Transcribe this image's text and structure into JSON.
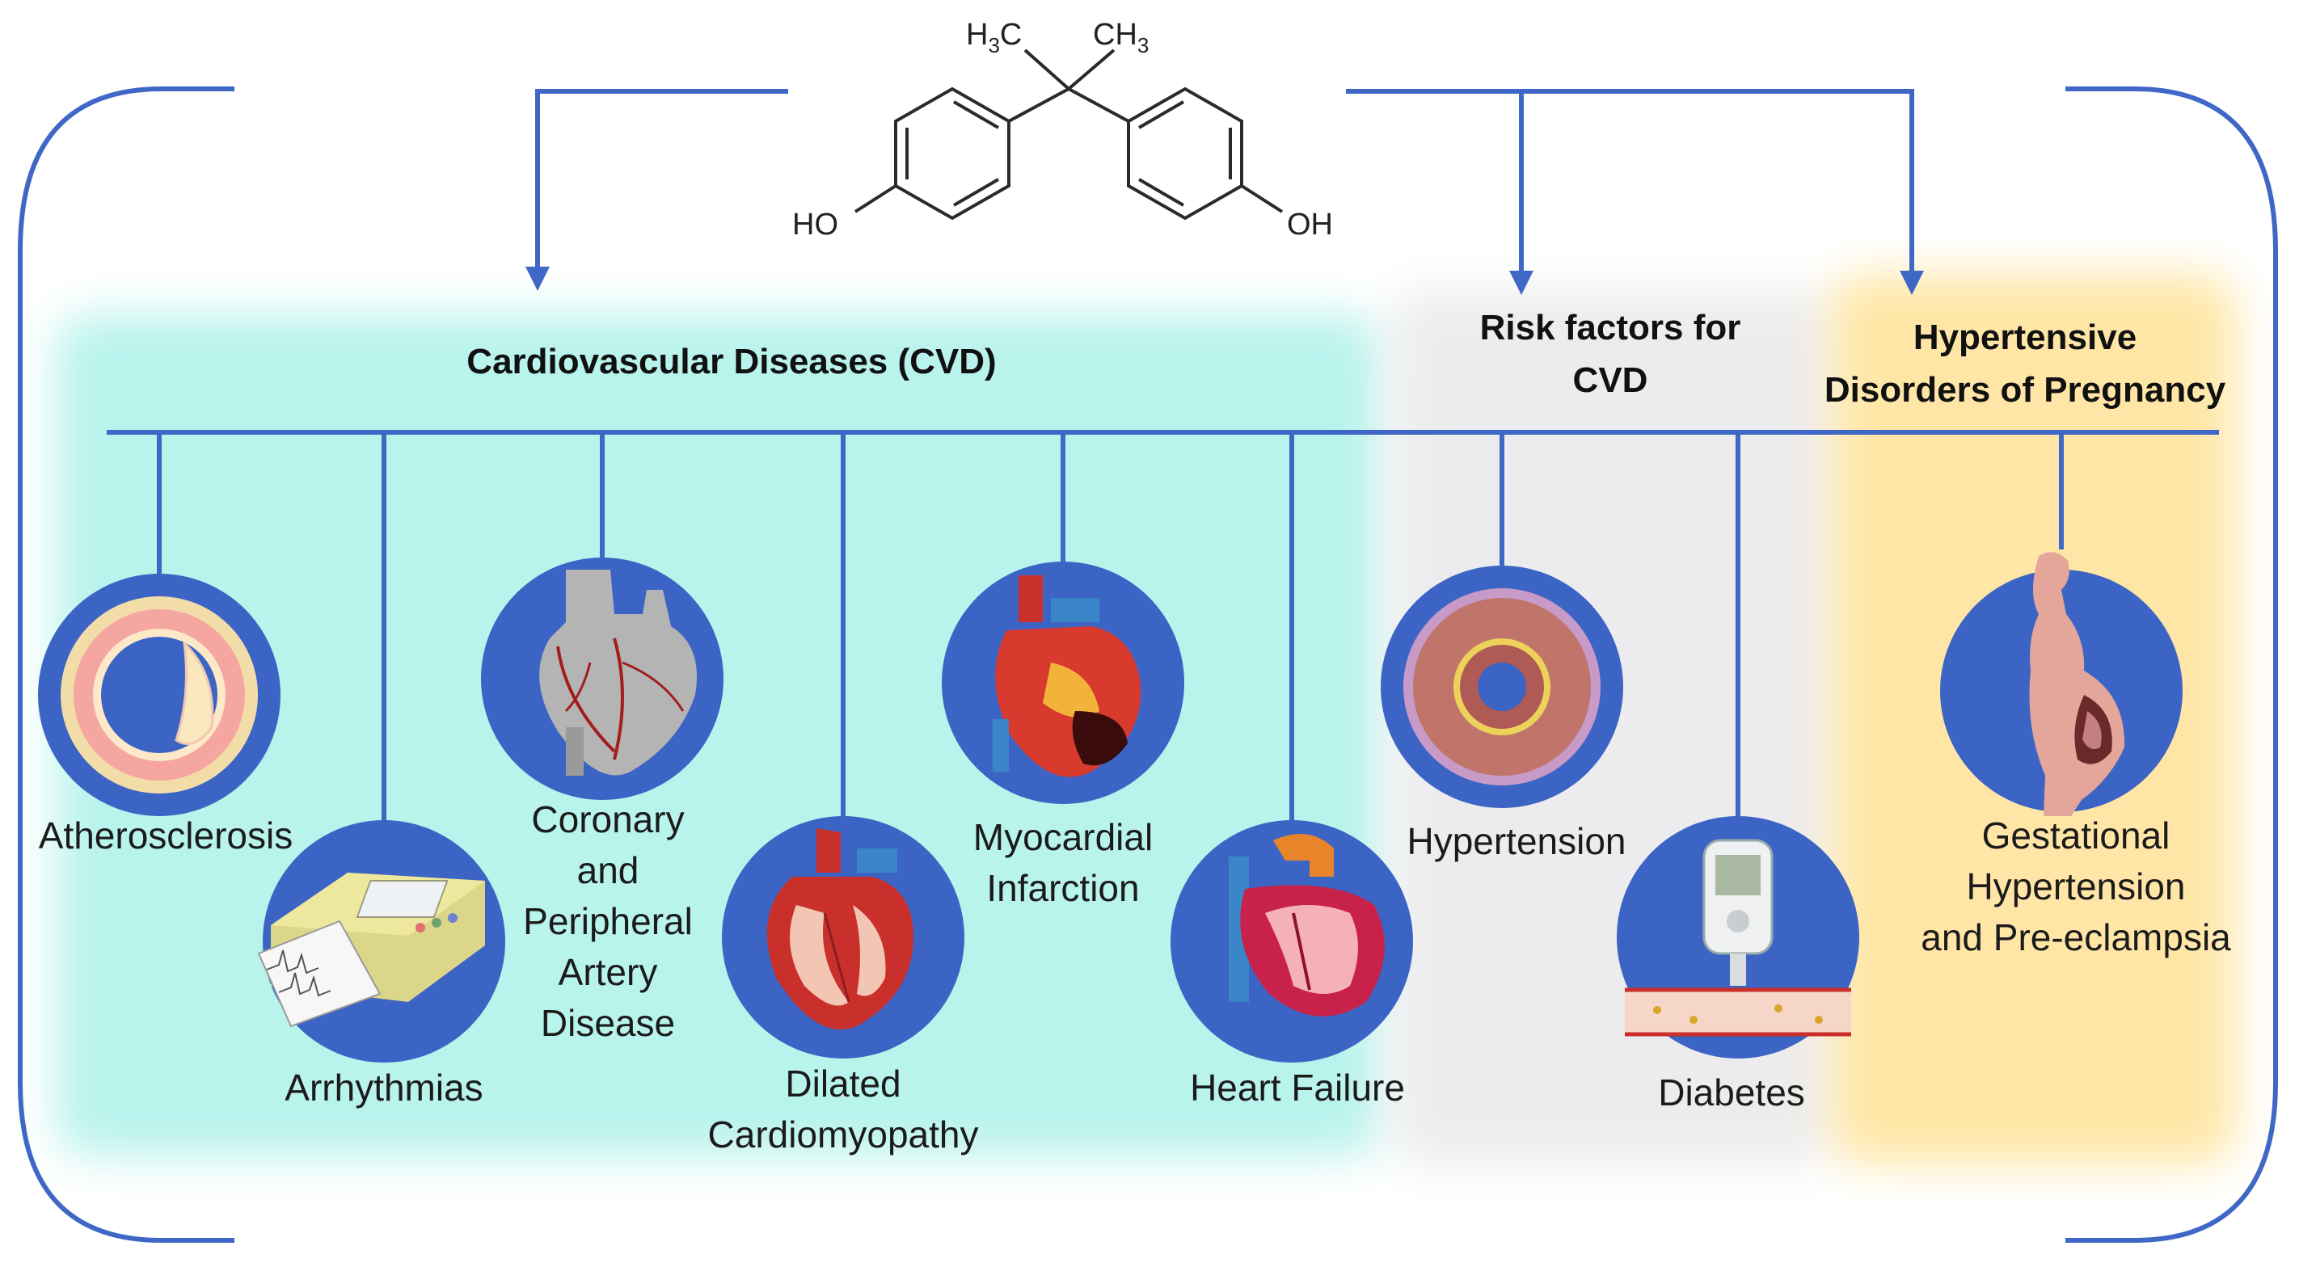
{
  "molecule": {
    "left_methyl": "H",
    "left_methyl_sub": "3",
    "left_methyl_c": "C",
    "right_methyl": "CH",
    "right_methyl_sub": "3",
    "left_hydroxyl": "HO",
    "right_hydroxyl": "OH"
  },
  "groups": {
    "cvd": {
      "title": "Cardiovascular Diseases (CVD)",
      "color": "#b8f3ec"
    },
    "risk": {
      "title_line1": "Risk factors for",
      "title_line2": "CVD",
      "color": "#ececee"
    },
    "hdp": {
      "title_line1": "Hypertensive",
      "title_line2": "Disorders of Pregnancy",
      "color": "#ffe6a6"
    }
  },
  "items": {
    "atherosclerosis": [
      "Atherosclerosis"
    ],
    "arrhythmias": [
      "Arrhythmias"
    ],
    "coronary": [
      "Coronary",
      "and",
      "Peripheral",
      "Artery",
      "Disease"
    ],
    "dilated": [
      "Dilated",
      "Cardiomyopathy"
    ],
    "myocardial": [
      "Myocardial",
      "Infarction"
    ],
    "heart_failure": [
      "Heart Failure"
    ],
    "hypertension": [
      "Hypertension"
    ],
    "diabetes": [
      "Diabetes"
    ],
    "gestational": [
      "Gestational",
      "Hypertension",
      "and Pre-eclampsia"
    ]
  },
  "icons": {
    "atherosclerosis": "artery-cross-section-plaque-icon",
    "arrhythmias": "ecg-machine-icon",
    "coronary": "heart-coronary-arteries-icon",
    "dilated": "heart-dilated-icon",
    "myocardial": "heart-infarction-icon",
    "heart_failure": "heart-failure-icon",
    "hypertension": "artery-thickened-wall-icon",
    "diabetes": "glucose-meter-icon",
    "gestational": "pregnant-woman-icon"
  },
  "colors": {
    "line": "#3f68c6",
    "circle": "#3c64c4",
    "heart_red": "#c9302c",
    "vessel_blue": "#3a86c8"
  }
}
